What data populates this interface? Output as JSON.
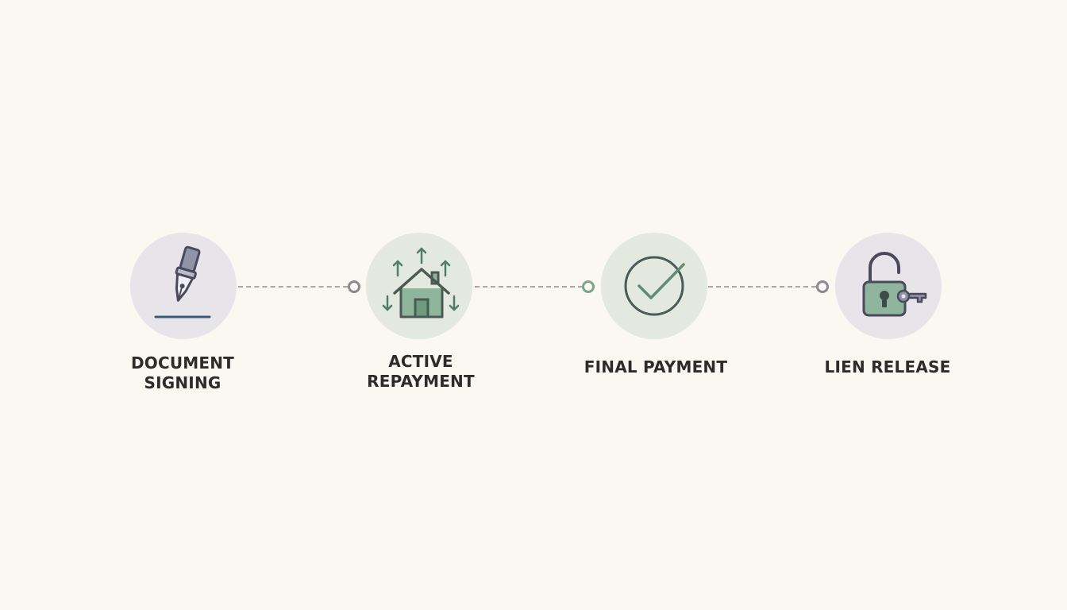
{
  "steps": [
    {
      "id": "document-signing",
      "label_lines": [
        "DOCUMENT",
        "SIGNING"
      ],
      "icon": "fountain-pen-icon",
      "circle_color": "#e7e5ea"
    },
    {
      "id": "active-repayment",
      "label_lines": [
        "ACTIVE",
        "REPAYMENT"
      ],
      "icon": "house-arrows-icon",
      "circle_color": "#e3e9df"
    },
    {
      "id": "final-payment",
      "label_lines": [
        "FINAL PAYMENT"
      ],
      "icon": "checkmark-circle-icon",
      "circle_color": "#e3e9df"
    },
    {
      "id": "lien-release",
      "label_lines": [
        "LIEN RELEASE"
      ],
      "icon": "unlocked-padlock-key-icon",
      "circle_color": "#e7e5ea"
    }
  ],
  "colors": {
    "background": "#fbf8f1",
    "icon_stroke": "#4a4a5c",
    "icon_green_fill": "#8fb59c",
    "icon_slate_fill": "#8f95a6",
    "node_purple": "#8e8794",
    "node_green": "#7ca68a",
    "connector": "#a9a6a8"
  }
}
